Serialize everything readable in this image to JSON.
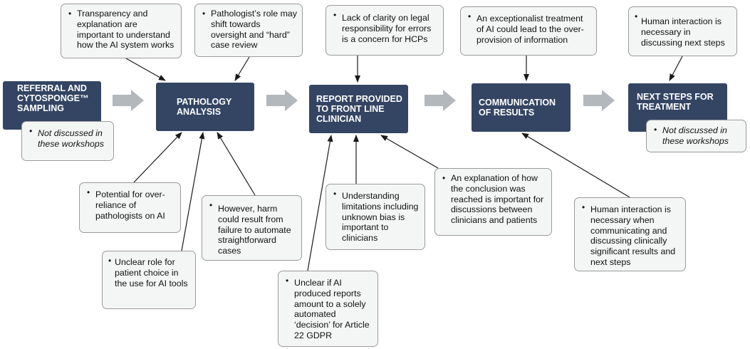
{
  "colors": {
    "stage_bg": "#344563",
    "stage_text": "#ffffff",
    "note_bg": "#f4f5f5",
    "note_border": "#9b9b9b",
    "connector": "#1a1a1a",
    "flow_arrow": "#b3b8bd"
  },
  "stages": {
    "referral": "REFERRAL AND CYTOSPONGE™ SAMPLING",
    "pathology": "PATHOLOGY ANALYSIS",
    "report": "REPORT PROVIDED TO FRONT LINE CLINICIAN",
    "communication": "COMMUNICATION OF RESULTS",
    "next_steps": "NEXT STEPS FOR TREATMENT"
  },
  "notes": {
    "referral_not_discussed": "Not discussed in these workshops",
    "transparency": "Transparency and explanation are important to understand how the AI system works",
    "pathologist_role": "Pathologist’s role may shift towards oversight and “hard” case review",
    "over_reliance": "Potential for over-reliance of pathologists on AI",
    "harm_failure": "However, harm could result from failure to automate straightforward cases",
    "patient_choice": "Unclear role for patient choice in the use for AI tools",
    "legal_responsibility": "Lack of clarity on legal responsibility for errors is a concern for HCPs",
    "gdpr_decision": "Unclear if AI produced reports amount to a solely automated ‘decision’ for Article 22 GDPR",
    "limitations": "Understanding limitations including unknown bias is important to clinicians",
    "explanation_conclusion": "An explanation of how the conclusion was reached is important for discussions between clinicians and patients",
    "exceptionalist": "An exceptionalist treatment of AI could lead to the over-provision of information",
    "human_communicating": "Human interaction is necessary when communicating and discussing clinically significant results and next steps",
    "human_next_steps": "Human interaction is necessary in discussing next steps",
    "next_steps_not_discussed": "Not discussed in these workshops"
  }
}
